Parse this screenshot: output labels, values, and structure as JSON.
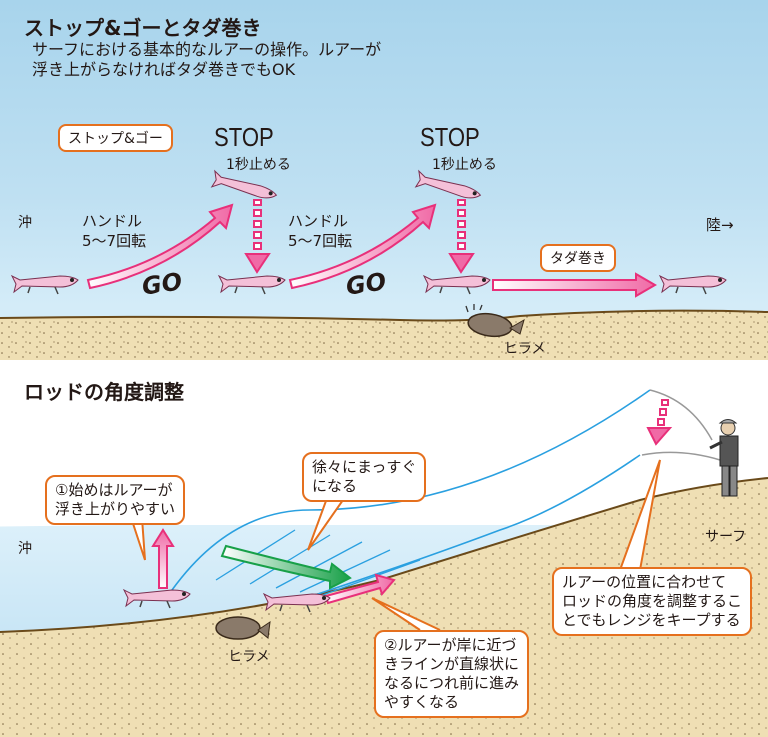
{
  "section1": {
    "title": "ストップ&ゴーとタダ巻き",
    "description_line1": "サーフにおける基本的なルアーの操作。ルアーが",
    "description_line2": "浮き上がらなければタダ巻きでもOK",
    "stop_go_tag": "ストップ&ゴー",
    "stop_label": "STOP",
    "stop_note": "1秒止める",
    "offshore_label": "沖",
    "handle_line1": "ハンドル",
    "handle_line2": "5〜7回転",
    "go_label": "GO",
    "steady_retrieve_tag": "タダ巻き",
    "land_label": "陸→",
    "flounder_label": "ヒラメ"
  },
  "section2": {
    "title": "ロッドの角度調整",
    "offshore_label": "沖",
    "surf_label": "サーフ",
    "flounder_label": "ヒラメ",
    "callout1_line1": "①始めはルアーが",
    "callout1_line2": "浮き上がりやすい",
    "callout2_line1": "徐々にまっすぐ",
    "callout2_line2": "になる",
    "callout3_line1": "②ルアーが岸に近づ",
    "callout3_line2": "きラインが直線状に",
    "callout3_line3": "なるにつれ前に進み",
    "callout3_line4": "やすくなる",
    "callout4_line1": "ルアーの位置に合わせて",
    "callout4_line2": "ロッドの角度を調整するこ",
    "callout4_line3": "とでもレンジをキープする"
  },
  "colors": {
    "sky": "#bfe0f2",
    "sand": "#f0e0b8",
    "arrow_pink": "#e8307a",
    "arrow_green": "#18a048",
    "callout_border": "#e5701e",
    "line_blue": "#2aa0e0"
  }
}
